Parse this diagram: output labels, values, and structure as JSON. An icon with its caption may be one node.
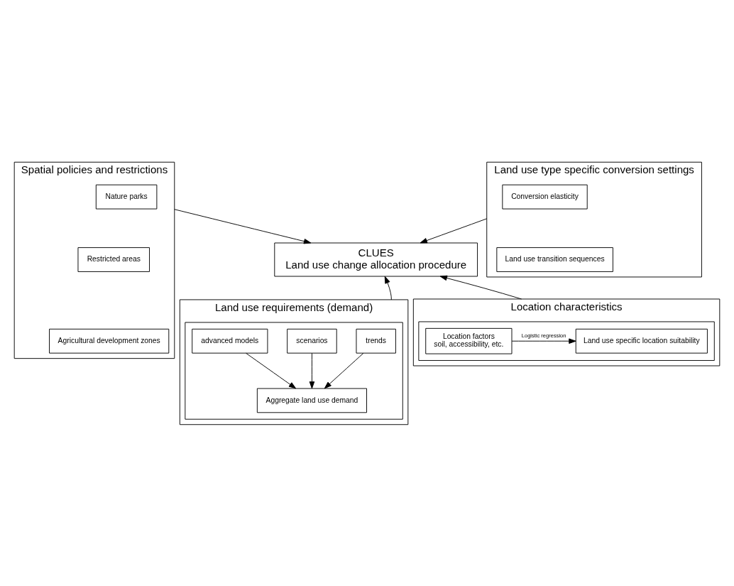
{
  "diagram": {
    "nodes": [
      {
        "text": [
          "Spatial policies and restrictions"
        ]
      },
      {
        "text": [
          "Nature parks"
        ],
        "in": 0
      },
      {
        "text": [
          "Restricted areas"
        ],
        "in": 0
      },
      {
        "text": [
          "Agricultural development zones"
        ],
        "in": 0
      },
      {
        "text": [
          "Land use type specific conversion settings"
        ]
      },
      {
        "text": [
          "Conversion elasticity"
        ],
        "in": 4
      },
      {
        "text": [
          "Land use transition sequences"
        ],
        "in": 4
      },
      {
        "text": [
          "CLUES",
          "Land use change allocation procedure"
        ]
      },
      {
        "text": [
          "Land use requirements (demand)"
        ]
      },
      {
        "text": [],
        "shape": "box",
        "in": 8
      },
      {
        "text": [
          "trends"
        ],
        "in": 9
      },
      {
        "text": [
          "scenarios"
        ],
        "in": 9
      },
      {
        "text": [
          "advanced models"
        ],
        "in": 9
      },
      {
        "text": [
          "Aggregate land use demand"
        ],
        "in": 9
      },
      {
        "text": [
          "Location characteristics"
        ]
      },
      {
        "text": [],
        "shape": "box",
        "in": 14
      },
      {
        "text": [
          "Land use specific location suitability"
        ],
        "in": 15
      },
      {
        "text": [
          "Location factors",
          "soil, accessibility, etc."
        ],
        "in": 15
      }
    ],
    "edges": [
      {
        "from": 0,
        "to": 7,
        "arrow": "to"
      },
      {
        "from": 4,
        "to": 7,
        "arrow": "to"
      },
      {
        "from": 8,
        "to": 7,
        "arrow": "to"
      },
      {
        "from": 14,
        "to": 7,
        "arrow": "to"
      },
      {
        "from": 10,
        "to": 13,
        "arrow": "to"
      },
      {
        "from": 11,
        "to": 13,
        "arrow": "to"
      },
      {
        "from": 12,
        "to": 13,
        "arrow": "to"
      },
      {
        "from": 17,
        "to": 16,
        "arrow": "to",
        "label": "Logistic regression"
      }
    ]
  }
}
